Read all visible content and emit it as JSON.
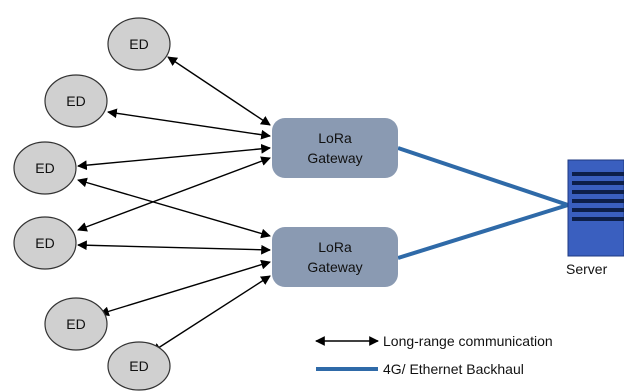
{
  "nodes": {
    "end_device_label": "ED",
    "gateway_line1": "LoRa",
    "gateway_line2": "Gateway",
    "server_label": "Server"
  },
  "legend": {
    "long_range": "Long-range communication",
    "backhaul": "4G/ Ethernet Backhaul"
  },
  "colors": {
    "ed_fill": "#d0d0d0",
    "gateway_fill": "#8a9ab2",
    "server_fill": "#3a5fbf",
    "backhaul": "#2f6aa8",
    "arrow": "#000000"
  }
}
